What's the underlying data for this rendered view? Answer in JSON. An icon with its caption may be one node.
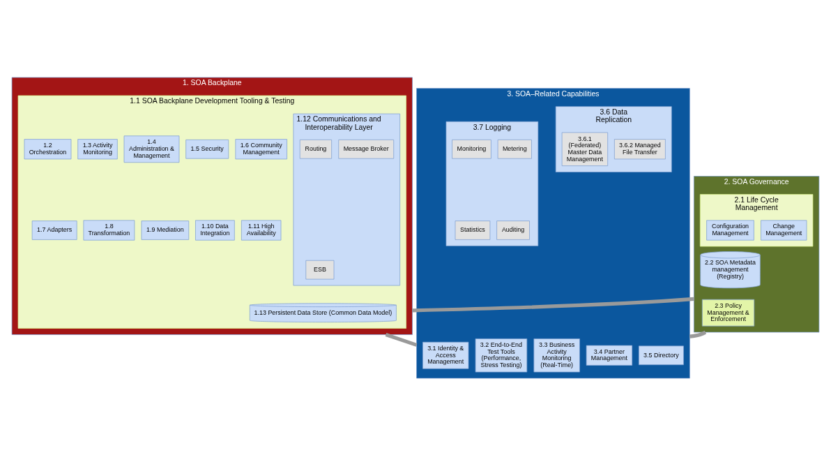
{
  "diagram": {
    "nodes": [
      {
        "text": [
          "1. SOA Backplane"
        ]
      },
      {
        "text": [
          "1.1 SOA Backplane Development Tooling & Testing"
        ],
        "in": 0
      },
      {
        "text": [
          "1.2 Orchestration"
        ],
        "in": 1
      },
      {
        "text": [
          "1.3 Activity Monitoring"
        ],
        "in": 1
      },
      {
        "text": [
          "1.4 Administration & Management"
        ],
        "in": 1
      },
      {
        "text": [
          "1.5 Security"
        ],
        "in": 1
      },
      {
        "text": [
          "1.6 Community Management"
        ],
        "in": 1
      },
      {
        "text": [
          "1.7 Adapters"
        ],
        "in": 1
      },
      {
        "text": [
          "1.8 Transformation"
        ],
        "in": 1
      },
      {
        "text": [
          "1.9 Mediation"
        ],
        "in": 1
      },
      {
        "text": [
          "1.10 Data Integration"
        ],
        "in": 1
      },
      {
        "text": [
          "1.11 High Availability"
        ],
        "in": 1
      },
      {
        "text": [
          "1.12 Communications and Interoperability Layer"
        ],
        "in": 1
      },
      {
        "text": [
          "ESB"
        ],
        "in": 12
      },
      {
        "text": [
          "Message Broker"
        ],
        "in": 12
      },
      {
        "text": [
          "Routing"
        ],
        "in": 12
      },
      {
        "text": [
          "1.13 Persistent Data Store (Common Data Model)"
        ],
        "in": 1
      },
      {
        "text": [
          "2. SOA Governance"
        ]
      },
      {
        "text": [
          "2.1 Life Cycle Management"
        ],
        "in": 17
      },
      {
        "text": [
          "Configuration Management"
        ],
        "in": 18
      },
      {
        "text": [
          "Change Management"
        ],
        "in": 18
      },
      {
        "text": [
          "2.2 SOA Metadata management (Registry)"
        ],
        "in": 17
      },
      {
        "text": [
          "2.3 Policy Management & Enforcement"
        ],
        "in": 17
      },
      {
        "text": [
          "3. SOA–Related Capabilities"
        ]
      },
      {
        "text": [
          "3.1 Identity & Access Management"
        ],
        "in": 23
      },
      {
        "text": [
          "3.2 End-to-End Test Tools (Performance, Stress Testing)"
        ],
        "in": 23
      },
      {
        "text": [
          "3.3 Business Activity Monitoring (Real-Time)"
        ],
        "in": 23
      },
      {
        "text": [
          "3.4 Partner Management"
        ],
        "in": 23
      },
      {
        "text": [
          "3.5 Directory"
        ],
        "in": 23
      },
      {
        "text": [
          "3.6 Data Replication"
        ],
        "in": 23
      },
      {
        "text": [
          "3.6.1 (Federated) Master Data Management"
        ],
        "in": 29
      },
      {
        "text": [
          "3.6.2 Managed File Transfer"
        ],
        "in": 29
      },
      {
        "text": [
          "3.7 Logging"
        ],
        "in": 23
      },
      {
        "text": [
          "Monitoring"
        ],
        "in": 32
      },
      {
        "text": [
          "Metering"
        ],
        "in": 32
      },
      {
        "text": [
          "Statistics"
        ],
        "in": 32
      },
      {
        "text": [
          "Auditing"
        ],
        "in": 32
      }
    ],
    "edges": [
      {
        "from": 0,
        "to": 17,
        "arrow": "none"
      },
      {
        "from": 0,
        "to": 23,
        "arrow": "none"
      },
      {
        "from": 17,
        "to": 23,
        "arrow": "none"
      }
    ]
  }
}
